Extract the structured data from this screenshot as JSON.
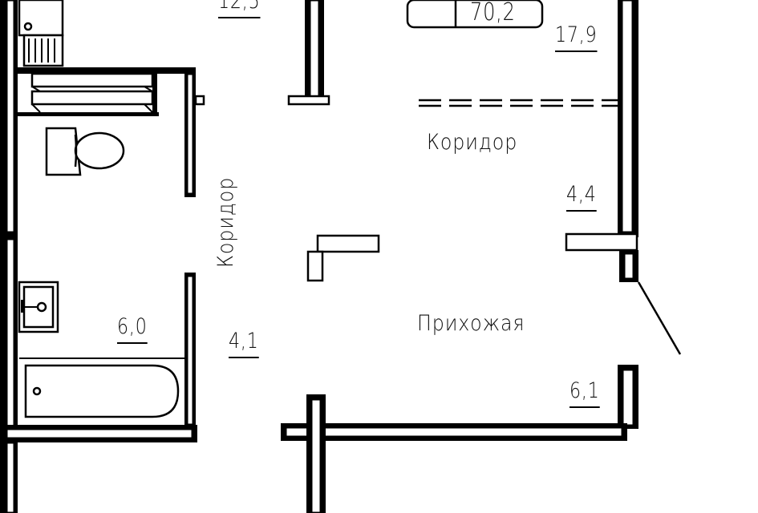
{
  "plan": {
    "rooms": [
      {
        "name": "Коридор",
        "area": "4,4"
      },
      {
        "name": "Коридор",
        "area": "4,1"
      },
      {
        "name": "Прихожая",
        "area": "6,1"
      }
    ],
    "areas": {
      "kitchen": "12,5",
      "living_box": "70,2",
      "living": "17,9",
      "bathroom": "6,0"
    }
  }
}
